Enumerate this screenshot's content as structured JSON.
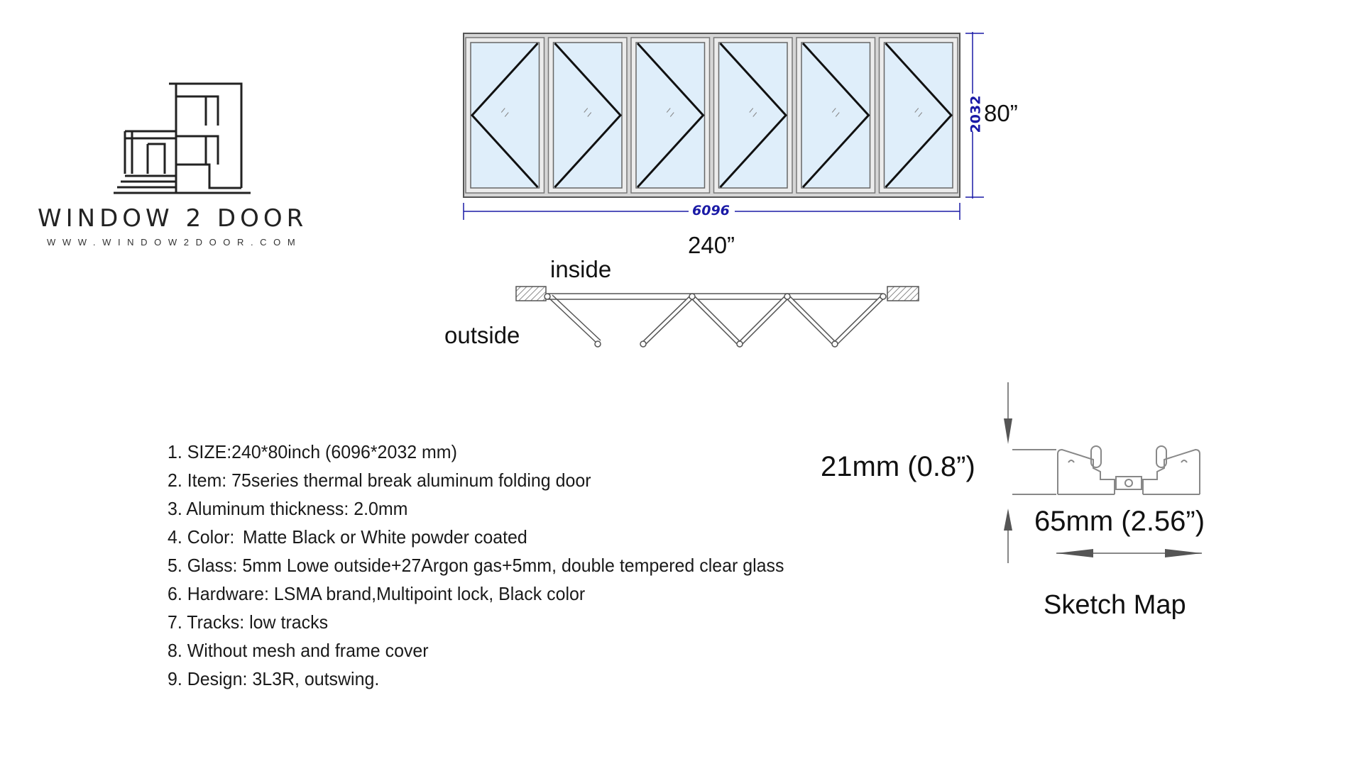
{
  "logo": {
    "brand": "WINDOW 2 DOOR",
    "url": "WWW.WINDOW2DOOR.COM"
  },
  "elevation": {
    "width_mm": "6096",
    "height_mm": "2032",
    "width_in": "240”",
    "height_in": "80”",
    "panel_count": 6
  },
  "plan": {
    "inside_label": "inside",
    "outside_label": "outside"
  },
  "specs": [
    {
      "label": "1. SIZE:240*80inch (6096*2032 mm)"
    },
    {
      "label": "2. Item: 75series thermal break aluminum folding door"
    },
    {
      "label": "3. Aluminum thickness: 2.0mm"
    },
    {
      "label": "4. Color:",
      "value": "Matte Black or White powder coated"
    },
    {
      "label": "5. Glass: 5mm Lowe outside+27Argon gas+5mm, double tempered clear glass"
    },
    {
      "label": "6. Hardware: LSMA brand,Multipoint lock, Black color"
    },
    {
      "label": "7. Tracks: low tracks"
    },
    {
      "label": "8. Without mesh and frame cover"
    },
    {
      "label": "9. Design: 3L3R, outswing."
    }
  ],
  "profile": {
    "height_label": "21mm (0.8”)",
    "width_label": "65mm (2.56”)",
    "caption": "Sketch Map"
  },
  "colors": {
    "glass": "#dfeefa",
    "frame": "#9a9a9a",
    "dimension": "#1a1aa6"
  }
}
